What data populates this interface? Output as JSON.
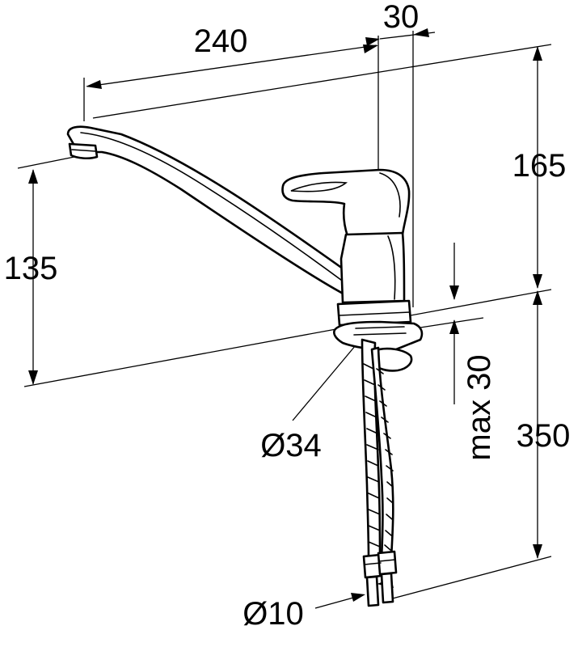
{
  "dimensions": {
    "spout_reach": "240",
    "lever_offset": "30",
    "height_above_deck": "165",
    "spout_height": "135",
    "hole_diameter": "Ø34",
    "max_deck_thickness": "max 30",
    "hose_length": "350",
    "hose_diameter": "Ø10"
  },
  "colors": {
    "line": "#000000",
    "background": "#ffffff"
  }
}
